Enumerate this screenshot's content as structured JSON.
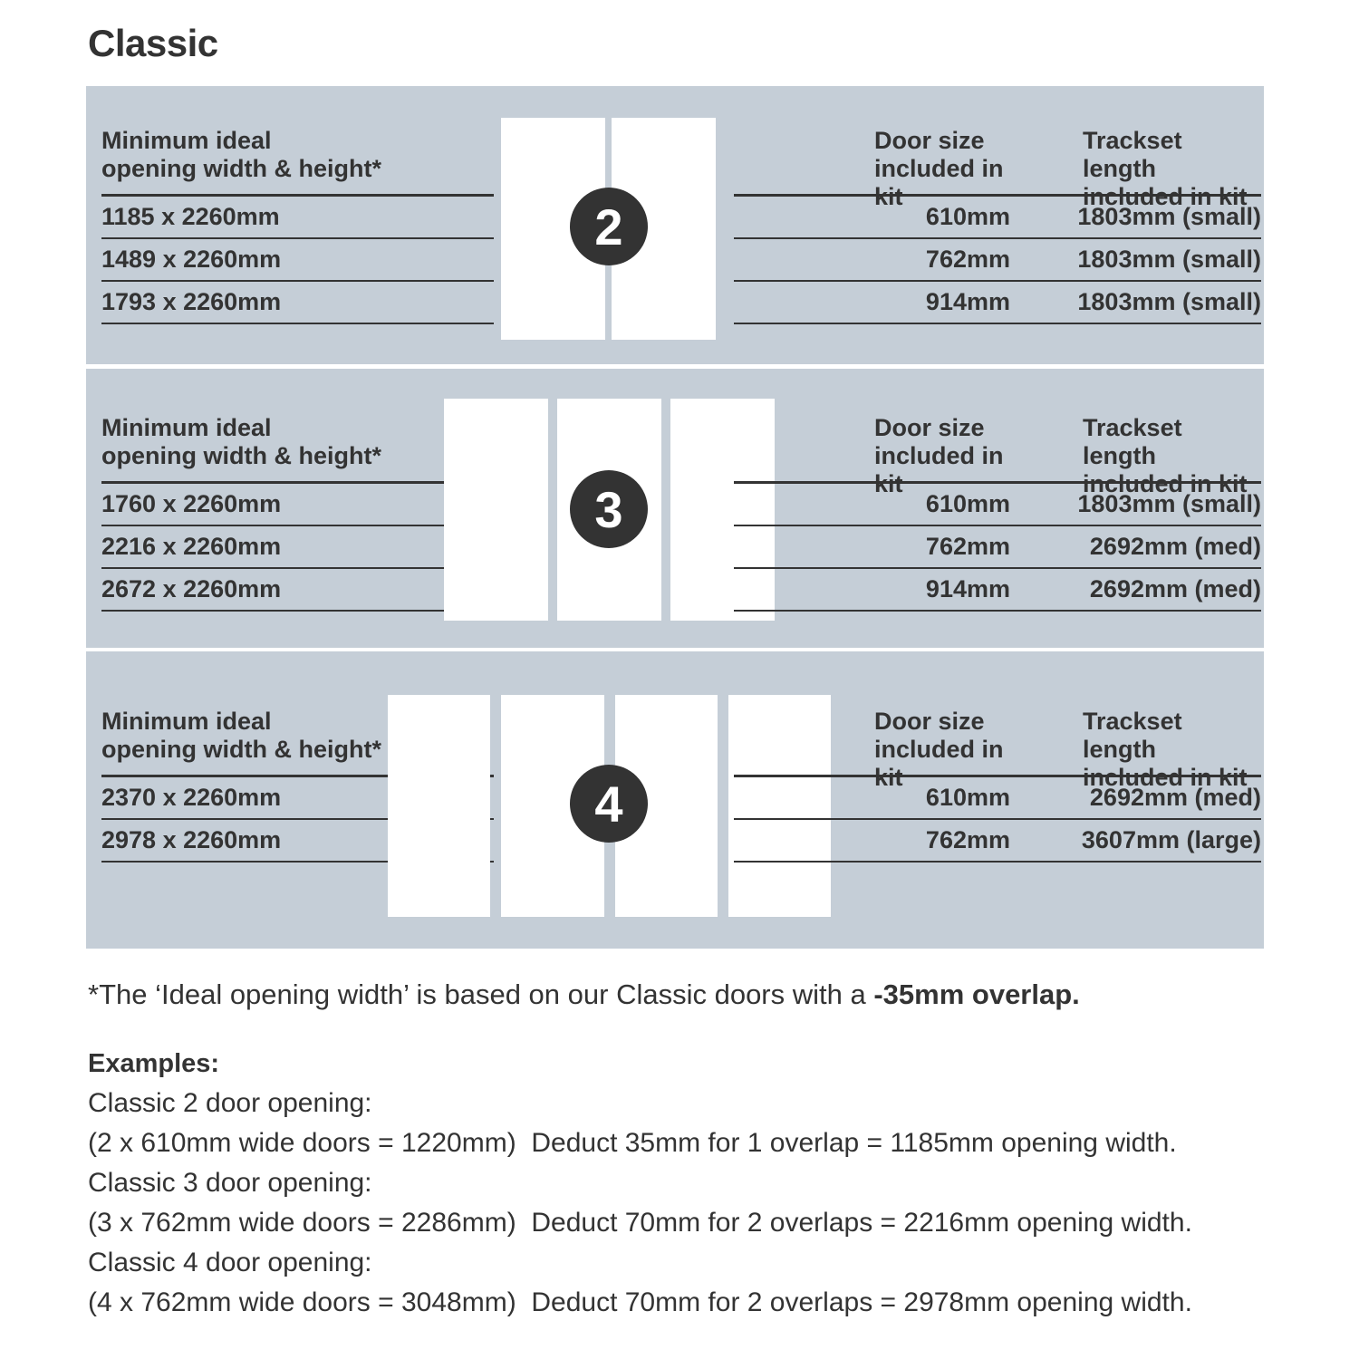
{
  "title": "Classic",
  "colors": {
    "panel_bg": "#c5ced7",
    "ink": "#333333",
    "badge_bg": "#333333",
    "door_fill": "#ffffff"
  },
  "sections": [
    {
      "door_count": "2",
      "left_header": {
        "line1": "Minimum ideal",
        "line2": "opening width & height*"
      },
      "door_col_header": {
        "line1": "Door size",
        "line2": "included in kit"
      },
      "track_col_header": {
        "line1": "Trackset length",
        "line2": "included in kit"
      },
      "rows": [
        {
          "opening": "1185 x 2260mm",
          "door_size": "610mm",
          "trackset": "1803mm (small)"
        },
        {
          "opening": "1489 x 2260mm",
          "door_size": "762mm",
          "trackset": "1803mm (small)"
        },
        {
          "opening": "1793 x 2260mm",
          "door_size": "914mm",
          "trackset": "1803mm (small)"
        }
      ]
    },
    {
      "door_count": "3",
      "left_header": {
        "line1": "Minimum ideal",
        "line2": "opening width & height*"
      },
      "door_col_header": {
        "line1": "Door size",
        "line2": "included in kit"
      },
      "track_col_header": {
        "line1": "Trackset length",
        "line2": "included in kit"
      },
      "rows": [
        {
          "opening": "1760 x 2260mm",
          "door_size": "610mm",
          "trackset": "1803mm (small)"
        },
        {
          "opening": "2216 x 2260mm",
          "door_size": "762mm",
          "trackset": "2692mm (med)"
        },
        {
          "opening": "2672 x 2260mm",
          "door_size": "914mm",
          "trackset": "2692mm (med)"
        }
      ]
    },
    {
      "door_count": "4",
      "left_header": {
        "line1": "Minimum ideal",
        "line2": "opening width & height*"
      },
      "door_col_header": {
        "line1": "Door size",
        "line2": "included in kit"
      },
      "track_col_header": {
        "line1": "Trackset length",
        "line2": "included in kit"
      },
      "rows": [
        {
          "opening": "2370 x 2260mm",
          "door_size": "610mm",
          "trackset": "2692mm (med)"
        },
        {
          "opening": "2978 x 2260mm",
          "door_size": "762mm",
          "trackset": "3607mm (large)"
        }
      ]
    }
  ],
  "footnote": {
    "text": "*The ‘Ideal opening width’ is based on our Classic doors with a ",
    "bold": "-35mm overlap."
  },
  "examples": {
    "heading": "Examples:",
    "items": [
      {
        "label": "Classic 2 door opening:",
        "detail": "(2 x 610mm wide doors = 1220mm)  Deduct 35mm for 1 overlap = 1185mm opening width."
      },
      {
        "label": "Classic 3 door opening:",
        "detail": "(3 x 762mm wide doors = 2286mm)  Deduct 70mm for 2 overlaps = 2216mm opening width."
      },
      {
        "label": "Classic 4 door opening:",
        "detail": "(4 x 762mm wide doors = 3048mm)  Deduct 70mm for 2 overlaps = 2978mm opening width."
      }
    ]
  }
}
